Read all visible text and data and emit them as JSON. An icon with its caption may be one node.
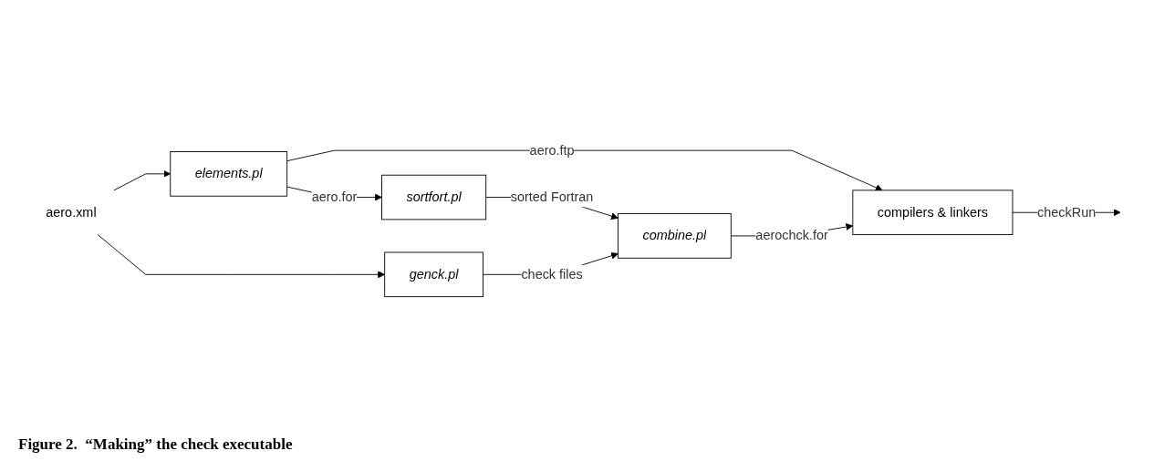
{
  "diagram": {
    "caption": "Figure 2.  “Making” the check executable",
    "nodes": [
      {
        "text": [
          "aero.xml"
        ]
      },
      {
        "text": [
          "elements.pl"
        ]
      },
      {
        "text": [
          "sortfort.pl"
        ]
      },
      {
        "text": [
          "genck.pl"
        ]
      },
      {
        "text": [
          "combine.pl"
        ]
      },
      {
        "text": [
          "compilers & linkers"
        ]
      }
    ],
    "edges": [
      {
        "from": 0,
        "to": 1,
        "arrow": "to"
      },
      {
        "from": 0,
        "to": 3,
        "arrow": "to"
      },
      {
        "from": 1,
        "to": 5,
        "label": "aero.ftp",
        "arrow": "to"
      },
      {
        "from": 1,
        "to": 2,
        "label": "aero.for",
        "arrow": "to"
      },
      {
        "from": 2,
        "to": 4,
        "label": "sorted Fortran",
        "arrow": "to"
      },
      {
        "from": 3,
        "to": 4,
        "label": "check files",
        "arrow": "to"
      },
      {
        "from": 4,
        "to": 5,
        "label": "aerochck.for",
        "arrow": "to"
      },
      {
        "from": 5,
        "to": null,
        "label": "checkRun",
        "arrow": "to"
      }
    ]
  }
}
